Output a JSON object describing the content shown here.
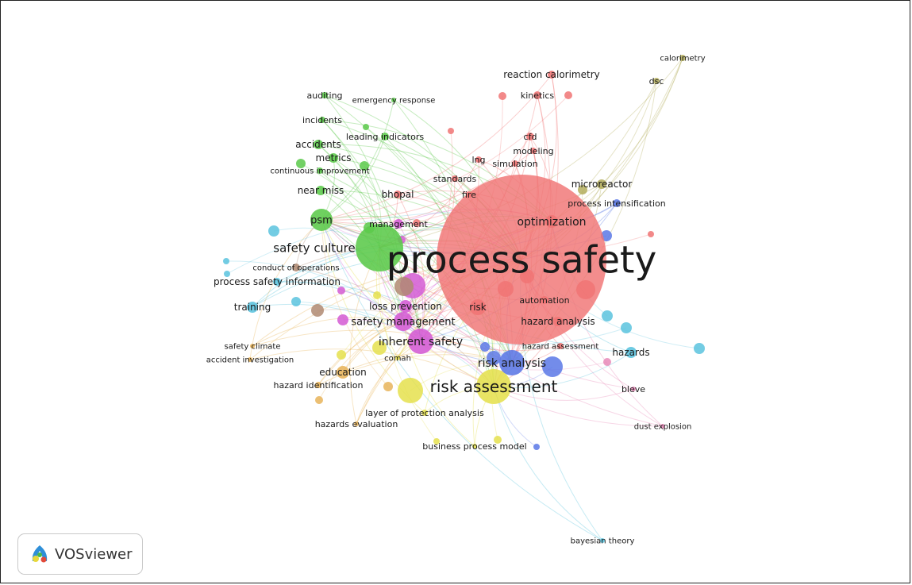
{
  "colors": {
    "red": "#f07474",
    "green": "#5bc94a",
    "cyan": "#5ac3de",
    "magenta": "#d45ad4",
    "yellow": "#e5e04e",
    "blue": "#5a78e6",
    "brown": "#b08a72",
    "olive": "#b4ae5e",
    "orange": "#e8b45a",
    "pink": "#e88ab8"
  },
  "badge": {
    "text": "VOSviewer",
    "icon": "vosviewer-logo-icon"
  },
  "nodes": [
    {
      "id": "process-safety",
      "label": "process safety",
      "cluster": "red",
      "weight": 100
    },
    {
      "id": "risk-assessment",
      "label": "risk assessment",
      "cluster": "yellow",
      "weight": 30
    },
    {
      "id": "safety-culture",
      "label": "safety culture",
      "cluster": "green",
      "weight": 30
    },
    {
      "id": "risk-analysis",
      "label": "risk analysis",
      "cluster": "blue",
      "weight": 18
    },
    {
      "id": "inherent-safety",
      "label": "inherent safety",
      "cluster": "magenta",
      "weight": 16
    },
    {
      "id": "safety-management",
      "label": "safety management",
      "cluster": "magenta",
      "weight": 12
    },
    {
      "id": "psm",
      "label": "psm",
      "cluster": "green",
      "weight": 14
    },
    {
      "id": "optimization",
      "label": "optimization",
      "cluster": "red",
      "weight": 10
    },
    {
      "id": "loss-prevention",
      "label": "loss prevention",
      "cluster": "magenta",
      "weight": 8
    },
    {
      "id": "education",
      "label": "education",
      "cluster": "orange",
      "weight": 8
    },
    {
      "id": "hazard-analysis",
      "label": "hazard analysis",
      "cluster": "red",
      "weight": 8
    },
    {
      "id": "automation",
      "label": "automation",
      "cluster": "red",
      "weight": 7
    },
    {
      "id": "risk",
      "label": "risk",
      "cluster": "red",
      "weight": 10
    },
    {
      "id": "hazards",
      "label": "hazards",
      "cluster": "cyan",
      "weight": 7
    },
    {
      "id": "training",
      "label": "training",
      "cluster": "cyan",
      "weight": 7
    },
    {
      "id": "process-safety-information",
      "label": "process safety information",
      "cluster": "cyan",
      "weight": 5
    },
    {
      "id": "conduct-of-operations",
      "label": "conduct of operations",
      "cluster": "brown",
      "weight": 5
    },
    {
      "id": "management",
      "label": "management",
      "cluster": "red",
      "weight": 6
    },
    {
      "id": "near-miss",
      "label": "near miss",
      "cluster": "green",
      "weight": 6
    },
    {
      "id": "metrics",
      "label": "metrics",
      "cluster": "green",
      "weight": 6
    },
    {
      "id": "accidents",
      "label": "accidents",
      "cluster": "green",
      "weight": 6
    },
    {
      "id": "continuous-improvement",
      "label": "continuous improvement",
      "cluster": "green",
      "weight": 4
    },
    {
      "id": "leading-indicators",
      "label": "leading indicators",
      "cluster": "green",
      "weight": 5
    },
    {
      "id": "incidents",
      "label": "incidents",
      "cluster": "green",
      "weight": 4
    },
    {
      "id": "auditing",
      "label": "auditing",
      "cluster": "green",
      "weight": 4
    },
    {
      "id": "emergency-response",
      "label": "emergency response",
      "cluster": "green",
      "weight": 3
    },
    {
      "id": "bhopal",
      "label": "bhopal",
      "cluster": "red",
      "weight": 5
    },
    {
      "id": "standards",
      "label": "standards",
      "cluster": "red",
      "weight": 4
    },
    {
      "id": "fire",
      "label": "fire",
      "cluster": "red",
      "weight": 4
    },
    {
      "id": "lng",
      "label": "lng",
      "cluster": "red",
      "weight": 4
    },
    {
      "id": "simulation",
      "label": "simulation",
      "cluster": "red",
      "weight": 4
    },
    {
      "id": "modeling",
      "label": "modeling",
      "cluster": "red",
      "weight": 4
    },
    {
      "id": "cfd",
      "label": "cfd",
      "cluster": "red",
      "weight": 5
    },
    {
      "id": "kinetics",
      "label": "kinetics",
      "cluster": "red",
      "weight": 5
    },
    {
      "id": "reaction-calorimetry",
      "label": "reaction calorimetry",
      "cluster": "red",
      "weight": 5
    },
    {
      "id": "calorimetry",
      "label": "calorimetry",
      "cluster": "olive",
      "weight": 4
    },
    {
      "id": "dsc",
      "label": "dsc",
      "cluster": "olive",
      "weight": 4
    },
    {
      "id": "microreactor",
      "label": "microreactor",
      "cluster": "olive",
      "weight": 6
    },
    {
      "id": "process-intensification",
      "label": "process intensification",
      "cluster": "blue",
      "weight": 5
    },
    {
      "id": "hazard-assessment",
      "label": "hazard assessment",
      "cluster": "red",
      "weight": 4
    },
    {
      "id": "bleve",
      "label": "bleve",
      "cluster": "pink",
      "weight": 3
    },
    {
      "id": "dust-explosion",
      "label": "dust explosion",
      "cluster": "pink",
      "weight": 3
    },
    {
      "id": "safety-climate",
      "label": "safety climate",
      "cluster": "orange",
      "weight": 3
    },
    {
      "id": "accident-investigation",
      "label": "accident investigation",
      "cluster": "orange",
      "weight": 3
    },
    {
      "id": "comah",
      "label": "comah",
      "cluster": "yellow",
      "weight": 3
    },
    {
      "id": "hazard-identification",
      "label": "hazard identification",
      "cluster": "orange",
      "weight": 4
    },
    {
      "id": "layer-of-protection-analysis",
      "label": "layer of protection analysis",
      "cluster": "yellow",
      "weight": 4
    },
    {
      "id": "hazards-evaluation",
      "label": "hazards evaluation",
      "cluster": "orange",
      "weight": 3
    },
    {
      "id": "business-process-model",
      "label": "business process model",
      "cluster": "yellow",
      "weight": 3
    },
    {
      "id": "bayesian-theory",
      "label": "bayesian theory",
      "cluster": "cyan",
      "weight": 3
    }
  ]
}
